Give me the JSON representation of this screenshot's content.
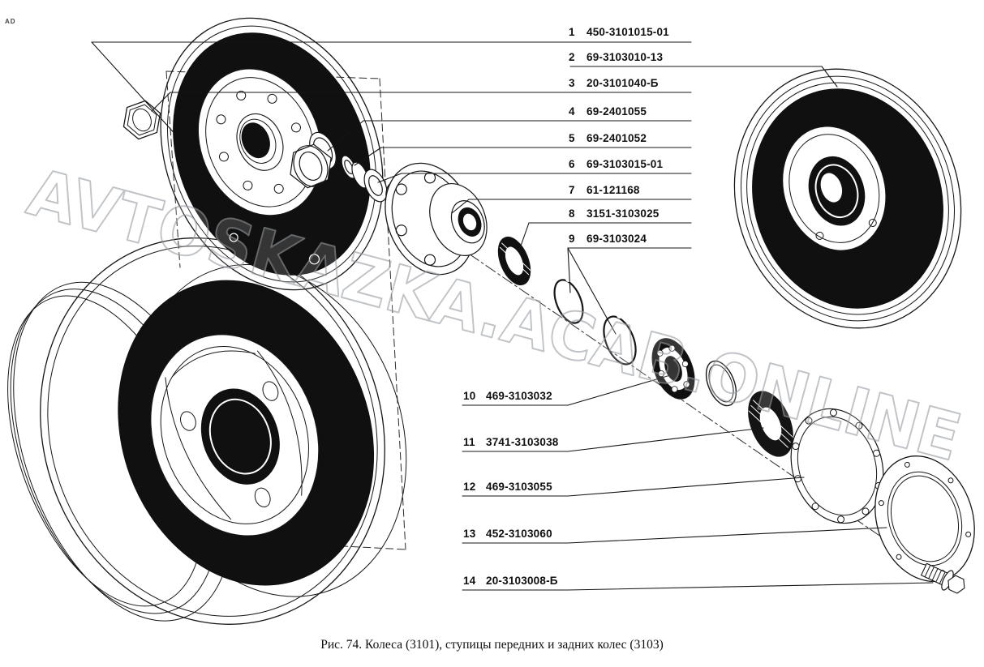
{
  "figure": {
    "caption": "Рис. 74. Колеса (3101), ступицы передних и задних колес (3103)",
    "watermark": "AVTOSKAZKA.ACAB.ONLINE",
    "corner_mark": "AD"
  },
  "callouts": [
    {
      "num": "1",
      "part": "450-3101015-01"
    },
    {
      "num": "2",
      "part": "69-3103010-13"
    },
    {
      "num": "3",
      "part": "20-3101040-Б"
    },
    {
      "num": "4",
      "part": "69-2401055"
    },
    {
      "num": "5",
      "part": "69-2401052"
    },
    {
      "num": "6",
      "part": "69-3103015-01"
    },
    {
      "num": "7",
      "part": "61-121168"
    },
    {
      "num": "8",
      "part": "3151-3103025"
    },
    {
      "num": "9",
      "part": "69-3103024"
    },
    {
      "num": "10",
      "part": "469-3103032"
    },
    {
      "num": "11",
      "part": "3741-3103038"
    },
    {
      "num": "12",
      "part": "469-3103055"
    },
    {
      "num": "13",
      "part": "452-3103060"
    },
    {
      "num": "14",
      "part": "20-3103008-Б"
    }
  ]
}
